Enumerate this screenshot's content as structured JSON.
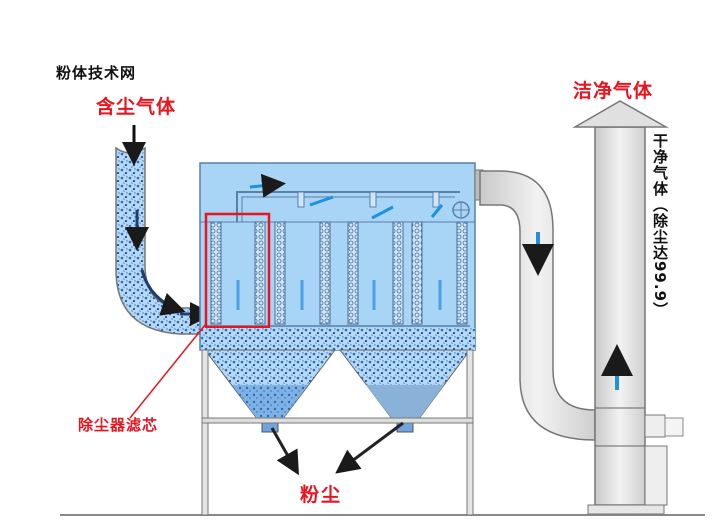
{
  "site_name": "粉体技术网",
  "labels": {
    "inlet_gas": "含尘气体",
    "clean_gas": "洁净气体",
    "clean_gas_vertical": "干净气体（除尘达99.9）",
    "filter_cartridge": "除尘器滤芯",
    "dust": "粉尘"
  },
  "colors": {
    "label_red": "#e8141e",
    "housing_blue": "#a8d4f5",
    "flow_arrow_blue": "#1e90e0",
    "duct_gray": "#dcdcdc",
    "dust_blue": "#2a6cc0"
  }
}
